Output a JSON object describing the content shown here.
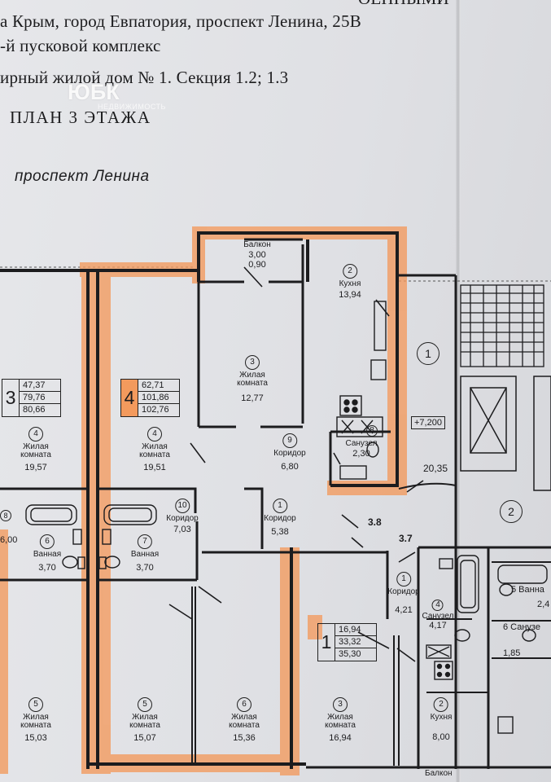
{
  "header": {
    "line1": "а Крым, город Евпатория, проспект Ленина, 25В",
    "line2": "-й пусковой комплекс",
    "line3": "ирный жилой дом № 1. Секция 1.2; 1.3",
    "top_fragment": "ОЕННЫМИ",
    "plan_title": "ПЛАН 3 ЭТАЖА",
    "street": "проспект Ленина"
  },
  "watermark": {
    "logo": "ЮБК",
    "sub": "НЕДВИЖИМОСТЬ"
  },
  "apartments": [
    {
      "number": "3",
      "values": [
        "47,37",
        "79,76",
        "80,66"
      ]
    },
    {
      "number": "4",
      "values": [
        "62,71",
        "101,86",
        "102,76"
      ]
    },
    {
      "number": "1",
      "values": [
        "16,94",
        "33,32",
        "35,30"
      ]
    }
  ],
  "rooms": [
    {
      "num": "",
      "name": "Балкон",
      "area": "3,00",
      "area2": "0,90"
    },
    {
      "num": "2",
      "name": "Кухня",
      "area": "13,94"
    },
    {
      "num": "3",
      "name": "Жилая комната",
      "area": "12,77"
    },
    {
      "num": "9",
      "name": "Коридор",
      "area": "6,80"
    },
    {
      "num": "8",
      "name": "Санузел",
      "area": "2,30"
    },
    {
      "num": "4",
      "name": "Жилая комната",
      "area": "19,57"
    },
    {
      "num": "4",
      "name": "Жилая комната",
      "area": "19,51"
    },
    {
      "num": "10",
      "name": "Коридор",
      "area": "7,03"
    },
    {
      "num": "1",
      "name": "Коридор",
      "area": "5,38"
    },
    {
      "num": "6",
      "name": "Ванная",
      "area": "3,70"
    },
    {
      "num": "7",
      "name": "Ванная",
      "area": "3,70"
    },
    {
      "num": "1",
      "name": "Коридор",
      "area": "4,21"
    },
    {
      "num": "4",
      "name": "Санузел",
      "area": "4,17"
    },
    {
      "num": "5",
      "name": "Жилая комната",
      "area": "15,03"
    },
    {
      "num": "5",
      "name": "Жилая комната",
      "area": "15,07"
    },
    {
      "num": "6",
      "name": "Жилая комната",
      "area": "15,36"
    },
    {
      "num": "3",
      "name": "Жилая комната",
      "area": "16,94"
    },
    {
      "num": "2",
      "name": "Кухня",
      "area": "8,00"
    }
  ],
  "labels": {
    "stair_1": "1",
    "stair_2": "2",
    "elevation": "+7,200",
    "hall_area": "20,35",
    "dim_1": "3.8",
    "dim_2": "3.7",
    "left_edge_num": "8",
    "left_edge_area": "6,00",
    "right_vann": "5 Ванна",
    "right_vann_area": "2,4",
    "right_sanuz": "6 Санузе",
    "right_sanuz_area": "1,85",
    "balcony_bottom": "Балкон"
  },
  "colors": {
    "highlight": "#f39a5d",
    "ink": "#1c1c1e",
    "paper": "#e2e3e6"
  }
}
